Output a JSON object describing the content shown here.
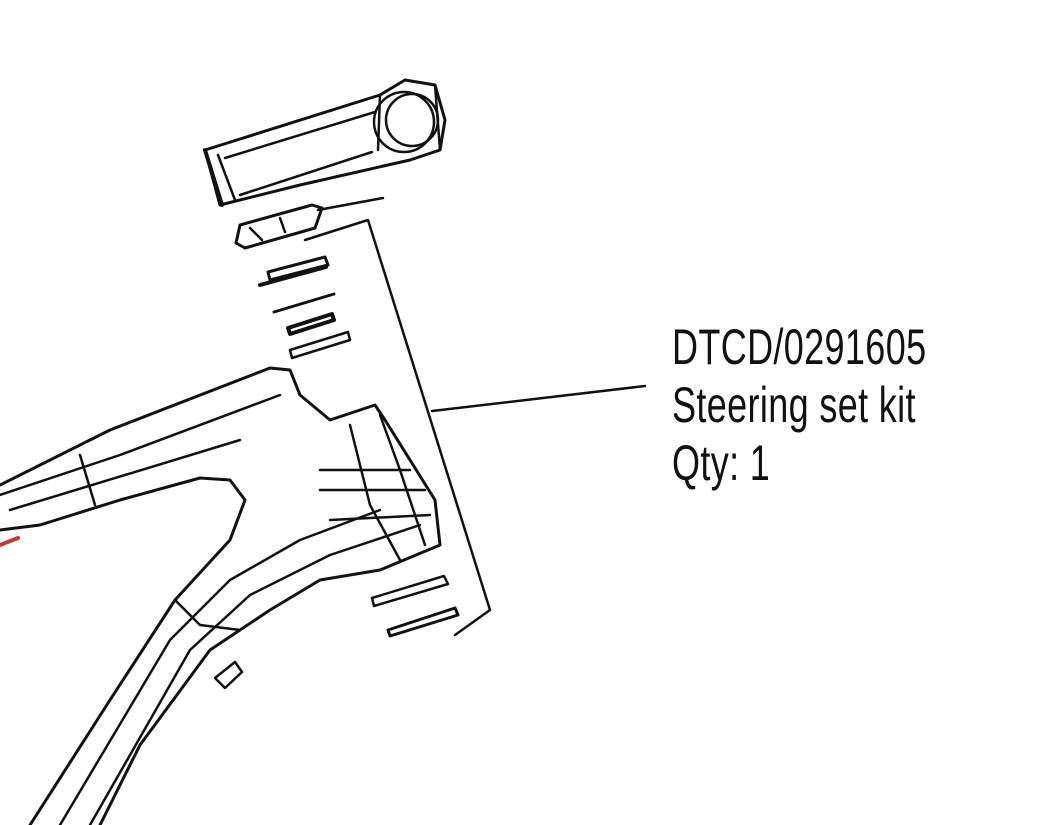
{
  "callout": {
    "part_number": "DTCD/0291605",
    "description": "Steering set kit",
    "quantity": "Qty: 1"
  },
  "colors": {
    "line": "#111111",
    "background": "#ffffff",
    "accent": "#c0392b"
  }
}
